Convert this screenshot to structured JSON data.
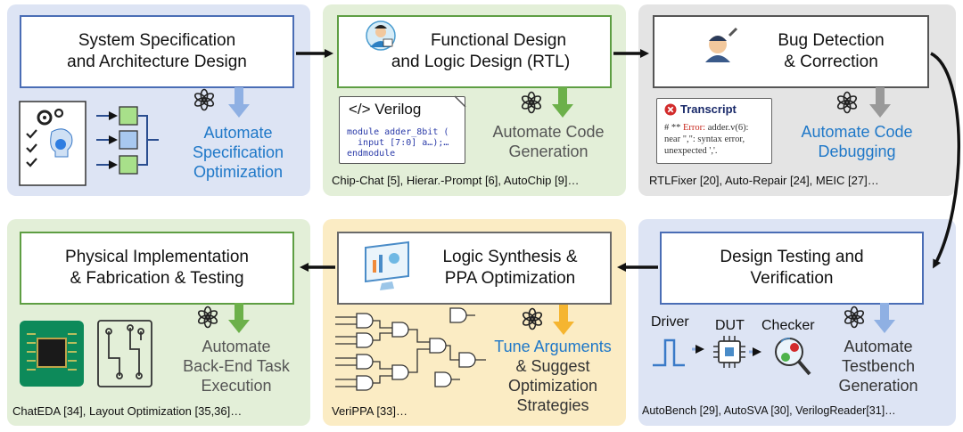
{
  "stages": {
    "spec": {
      "title_line1": "System Specification",
      "title_line2": "and  Architecture Design",
      "auto_line1": "Automate",
      "auto_line2": "Specification",
      "auto_line3": "Optimization"
    },
    "rtl": {
      "title_line1": "Functional Design",
      "title_line2": "and Logic Design (RTL)",
      "auto_line1": "Automate Code",
      "auto_line2": "Generation",
      "refs": "Chip-Chat [5], Hierar.-Prompt [6], AutoChip [9]…",
      "verilog": {
        "title": "</> Verilog",
        "code_line1": "module adder_8bit (",
        "code_line2": "  input [7:0] a…);…",
        "code_line3": "endmodule"
      }
    },
    "bug": {
      "title_line1": "Bug Detection",
      "title_line2": "& Correction",
      "auto_line1": "Automate Code",
      "auto_line2": "Debugging",
      "refs": "RTLFixer [20], Auto-Repair [24], MEIC [27]…",
      "transcript": {
        "title": "Transcript",
        "prefix": "# ** ",
        "error_word": "Error:",
        "line1_rest": " adder.v(6):",
        "line2": "near \",\": syntax error,",
        "line3": "unexpected ','."
      }
    },
    "verify": {
      "title_line1": "Design Testing and",
      "title_line2": "Verification",
      "auto_line1": "Automate",
      "auto_line2": "Testbench",
      "auto_line3": "Generation",
      "refs": "AutoBench [29], AutoSVA [30], VerilogReader[31]…",
      "driver": "Driver",
      "dut": "DUT",
      "checker": "Checker"
    },
    "synth": {
      "title_line1": "Logic Synthesis &",
      "title_line2": "PPA Optimization",
      "auto_line1": "Tune Arguments",
      "auto_line2": "& Suggest",
      "auto_line3": "Optimization",
      "auto_line4": "Strategies",
      "refs": "VeriPPA [33]…"
    },
    "phys": {
      "title_line1": "Physical Implementation",
      "title_line2": "& Fabrication & Testing",
      "auto_line1": "Automate",
      "auto_line2": "Back-End Task",
      "auto_line3": "Execution",
      "refs": "ChatEDA [34], Layout Optimization [35,36]…"
    }
  },
  "colors": {
    "blue_panel": "#dde4f4",
    "green_panel": "#e3efd8",
    "gray_panel": "#e4e4e4",
    "yellow_panel": "#fbecc4",
    "accent_blue": "#1f78c8",
    "arrow_blue": "#8fb0e3",
    "arrow_green": "#6cb04a",
    "arrow_gray": "#999999",
    "arrow_yellow": "#f5b530"
  },
  "icons": [
    "openai-logo-icon",
    "engineer-icon",
    "mechanic-icon",
    "monitor-chart-icon",
    "chip-icon",
    "circuit-board-icon",
    "magnifier-icon",
    "checklist-icon",
    "gears-icon",
    "ai-head-icon",
    "error-icon",
    "dut-chip-icon",
    "waveform-icon"
  ]
}
